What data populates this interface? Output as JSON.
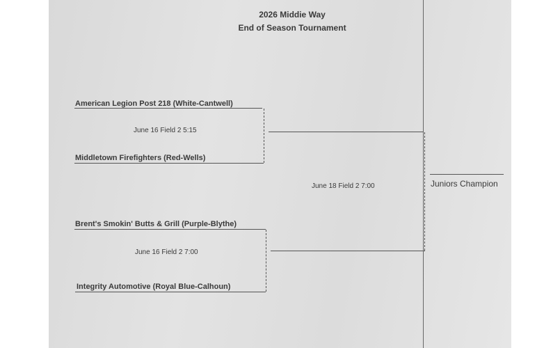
{
  "header": {
    "title": "2026 Middie Way",
    "subtitle": "End of Season Tournament"
  },
  "bracket": {
    "round1": [
      {
        "team_top": "American Legion Post 218  (White-Cantwell)",
        "team_bottom": "Middletown Firefighters  (Red-Wells)",
        "game": "June 16  Field 2  5:15"
      },
      {
        "team_top": "Brent's Smokin' Butts & Grill  (Purple-Blythe)",
        "team_bottom": "Integrity Automotive  (Royal Blue-Calhoun)",
        "game": "June 16  Field 2  7:00"
      }
    ],
    "final": {
      "game": "June 18  Field 2    7:00"
    },
    "champion_label": "Juniors Champion"
  }
}
